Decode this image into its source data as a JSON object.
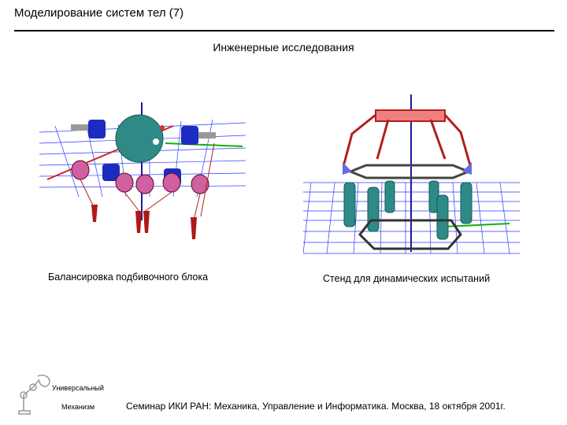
{
  "header": {
    "title": "Моделирование систем тел (7)"
  },
  "main": {
    "subtitle": "Инженерные исследования",
    "figures": [
      {
        "caption": "Балансировка подбивочного блока"
      },
      {
        "caption": "Стенд для динамических испытаний"
      }
    ]
  },
  "logo": {
    "line1": "Универсальный",
    "line2": "Механизм"
  },
  "footer": {
    "text": "Семинар ИКИ РАН: Механика, Управление и Информатика. Москва, 18 октября 2001г."
  },
  "colors": {
    "grid": "#2a3cff",
    "axis_blue": "#1a1aa0",
    "axis_red": "#d42020",
    "axis_green": "#10b010",
    "cylinder_blue": "#1c2cc0",
    "pink": "#d060a0",
    "teal": "#2e8a86",
    "red_frame": "#b02020"
  }
}
